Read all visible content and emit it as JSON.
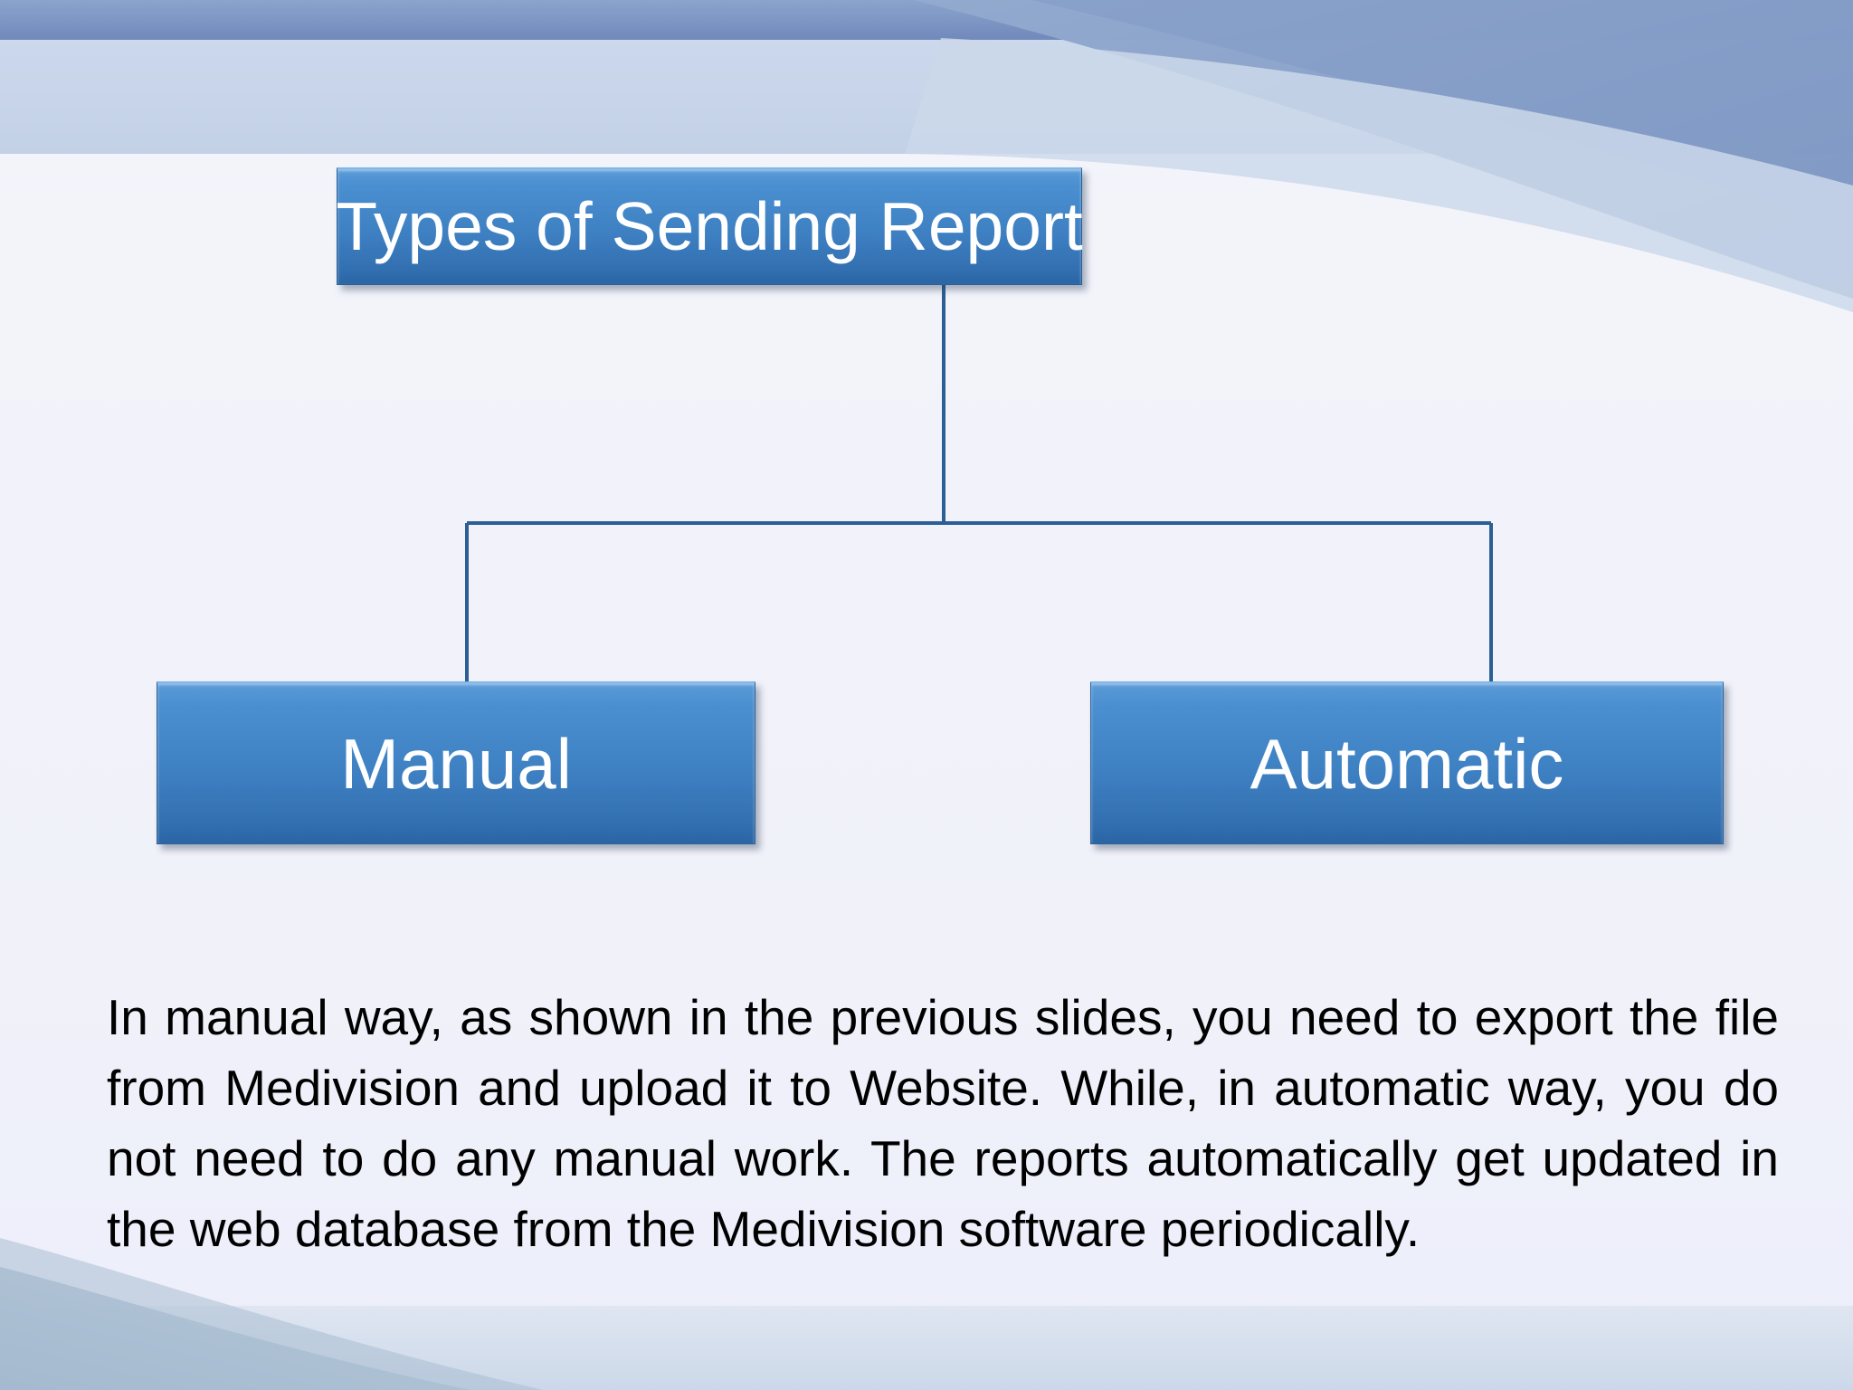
{
  "slide": {
    "background_color": "#f2f3fa",
    "accent_color": "#3f82c4",
    "decor_dark_band_color": "#7b96c4",
    "decor_light_band_color": "#c6d4e8"
  },
  "diagram": {
    "type": "organization-chart",
    "root": {
      "label": "Types of Sending Report"
    },
    "children": [
      {
        "label": "Manual"
      },
      {
        "label": "Automatic"
      }
    ],
    "connector_color": "#2c5f95"
  },
  "body": {
    "paragraph": "In manual way, as shown in the previous slides, you need to export the file from Medivision and upload it to Website.  While, in automatic way, you do not need to do any manual work. The reports automatically get updated in the web database from the Medivision software periodically."
  }
}
